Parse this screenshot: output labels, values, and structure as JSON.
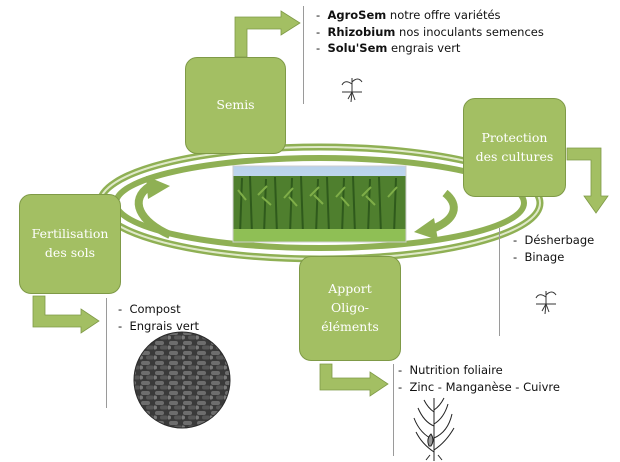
{
  "colors": {
    "box_fill": "#a3bf63",
    "box_border": "#7f9a47",
    "ring": "#8fb054",
    "arrow": "#a3bf63"
  },
  "nodes": {
    "semis": "Semis",
    "protection": "Protection\ndes cultures",
    "fertilisation": "Fertilisation\ndes sols",
    "apport": "Apport\nOligo-\néléments"
  },
  "semis_notes": [
    {
      "bold": "AgroSem",
      "text": " notre offre variétés"
    },
    {
      "bold": "Rhizobium",
      "text": " nos inoculants semences"
    },
    {
      "bold": "Solu'Sem",
      "text": " engrais vert"
    }
  ],
  "protection_notes": [
    "Désherbage",
    "Binage"
  ],
  "fertilisation_notes": [
    "Compost",
    "Engrais vert"
  ],
  "apport_notes": [
    "Nutrition foliaire",
    "Zinc - Manganèse - Cuivre"
  ],
  "icons": {
    "center_photo": "cornfield-photo",
    "compost_photo": "compost-pellets-photo",
    "seedling_1": "sprout-icon",
    "seedling_2": "sprout-icon",
    "corn_plant": "corn-plant-icon"
  }
}
